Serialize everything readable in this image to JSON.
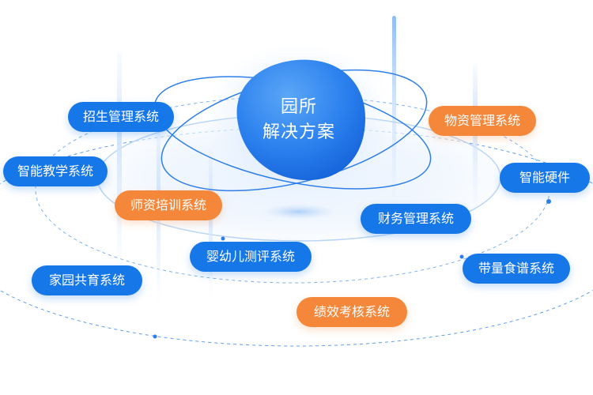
{
  "center": {
    "line1": "园所",
    "line2": "解决方案"
  },
  "systems": [
    {
      "label": "招生管理系统",
      "color": "blue"
    },
    {
      "label": "智能教学系统",
      "color": "blue"
    },
    {
      "label": "师资培训系统",
      "color": "orange"
    },
    {
      "label": "婴幼儿测评系统",
      "color": "blue"
    },
    {
      "label": "家园共育系统",
      "color": "blue"
    },
    {
      "label": "绩效考核系统",
      "color": "orange"
    },
    {
      "label": "物资管理系统",
      "color": "orange"
    },
    {
      "label": "智能硬件",
      "color": "blue"
    },
    {
      "label": "财务管理系统",
      "color": "blue"
    },
    {
      "label": "带量食谱系统",
      "color": "blue"
    }
  ],
  "colors": {
    "blue": "#1677e8",
    "orange": "#f5873a",
    "core": "#1f74ea"
  }
}
